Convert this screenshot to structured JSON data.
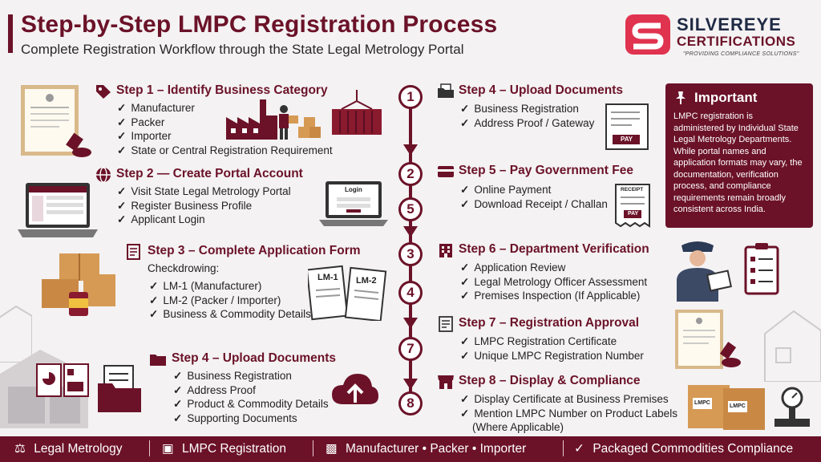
{
  "header": {
    "title": "Step-by-Step LMPC Registration Process",
    "subtitle": "Complete Registration Workflow through the State Legal Metrology Portal"
  },
  "logo": {
    "brand_line1": "SILVEREYE",
    "brand_line2": "CERTIFICATIONS",
    "tagline": "\"PROVIDING COMPLIANCE SOLUTIONS\""
  },
  "colors": {
    "accent": "#6b1228",
    "brand_navy": "#1f2a44"
  },
  "left_steps": [
    {
      "title": "Step 1 – Identify Business Category",
      "icon": "tag-icon",
      "items": [
        "Manufacturer",
        "Packer",
        "Importer",
        "State or Central Registration Requirement"
      ]
    },
    {
      "title": "Step 2 — Create Portal Account",
      "icon": "globe-icon",
      "items": [
        "Visit State Legal Metrology Portal",
        "Register Business Profile",
        "Applicant Login"
      ]
    },
    {
      "title": "Step 3 – Complete Application Form",
      "icon": "form-icon",
      "heading": "Checkdrowing:",
      "items": [
        "LM-1 (Manufacturer)",
        "LM-2 (Packer / Importer)",
        "Business & Commodity Details"
      ]
    },
    {
      "title": "Step 4 – Upload Documents",
      "icon": "folder-icon",
      "items": [
        "Business Registration",
        "Address Proof",
        "Product & Commodity Details",
        "Supporting Documents"
      ]
    }
  ],
  "right_steps": [
    {
      "title": "Step 4 – Upload Documents",
      "icon": "folder-icon",
      "items": [
        "Business Registration",
        "Address Proof / Gateway"
      ]
    },
    {
      "title": "Step 5 – Pay Government Fee",
      "icon": "card-icon",
      "items": [
        "Online Payment",
        "Download Receipt / Challan"
      ]
    },
    {
      "title": "Step 6 – Department Verification",
      "icon": "building-icon",
      "items": [
        "Application Review",
        "Legal Metrology Officer Assessment",
        "Premises Inspection (If Applicable)"
      ]
    },
    {
      "title": "Step 7 – Registration Approval",
      "icon": "certificate-icon",
      "items": [
        "LMPC Registration Certificate",
        "Unique LMPC Registration Number"
      ]
    },
    {
      "title": "Step 8 – Display & Compliance",
      "icon": "store-icon",
      "items": [
        "Display Certificate at Business Premises",
        "Mention LMPC Number on Product Labels",
        "(Where Applicable)"
      ]
    }
  ],
  "timeline": [
    "1",
    "2",
    "5",
    "3",
    "4",
    "7",
    "8"
  ],
  "illustrations": {
    "login_label": "Login",
    "pay_label": "PAY",
    "receipt_label": "RECEIPT",
    "receipt_pay": "PAY",
    "form1": "LM-1",
    "form2": "LM-2",
    "box_label": "LMPC"
  },
  "important": {
    "title": "Important",
    "text": "LMPC registration is administered by Individual State Legal Metrology Departments. While portal names and application formats may vary, the documentation, verification process, and compliance requirements remain broadly consistent across India."
  },
  "footer": [
    "Legal Metrology",
    "LMPC Registration",
    "Manufacturer • Packer • Importer",
    "Packaged Commodities Compliance"
  ]
}
